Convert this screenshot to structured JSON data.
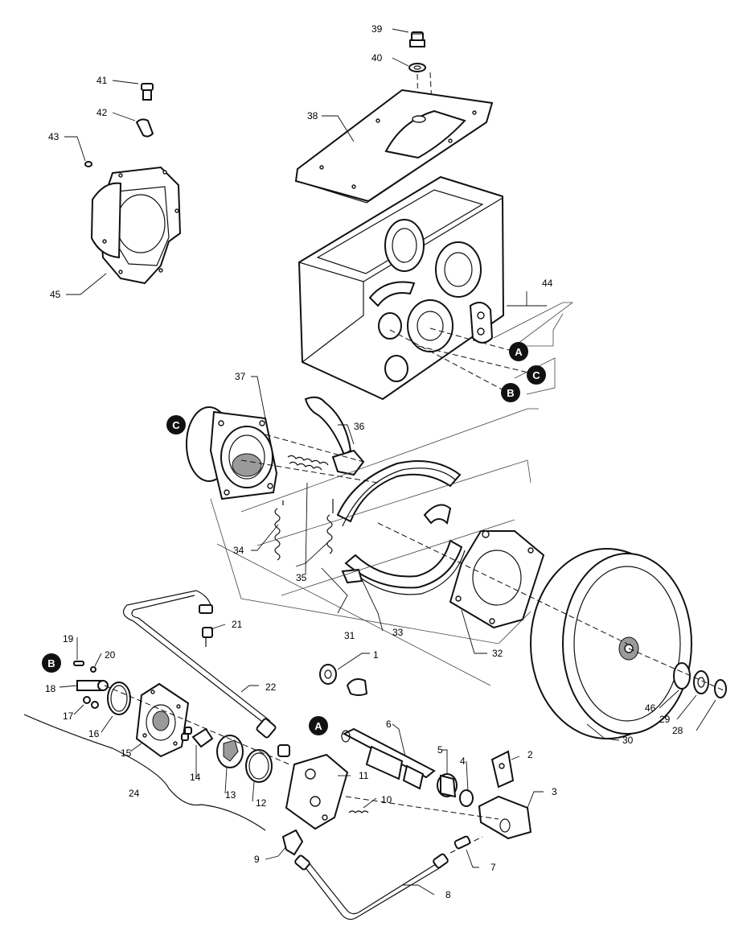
{
  "parts": [
    {
      "n": "39"
    },
    {
      "n": "40"
    },
    {
      "n": "41"
    },
    {
      "n": "42"
    },
    {
      "n": "43"
    },
    {
      "n": "38"
    },
    {
      "n": "45"
    },
    {
      "n": "44"
    },
    {
      "n": "37"
    },
    {
      "n": "36"
    },
    {
      "n": "34"
    },
    {
      "n": "35"
    },
    {
      "n": "31"
    },
    {
      "n": "33"
    },
    {
      "n": "32"
    },
    {
      "n": "30"
    },
    {
      "n": "46"
    },
    {
      "n": "29"
    },
    {
      "n": "28"
    },
    {
      "n": "21"
    },
    {
      "n": "22"
    },
    {
      "n": "1"
    },
    {
      "n": "19"
    },
    {
      "n": "20"
    },
    {
      "n": "18"
    },
    {
      "n": "17"
    },
    {
      "n": "16"
    },
    {
      "n": "15"
    },
    {
      "n": "14"
    },
    {
      "n": "13"
    },
    {
      "n": "12"
    },
    {
      "n": "11"
    },
    {
      "n": "10"
    },
    {
      "n": "6"
    },
    {
      "n": "5"
    },
    {
      "n": "4"
    },
    {
      "n": "2"
    },
    {
      "n": "3"
    },
    {
      "n": "7"
    },
    {
      "n": "8"
    },
    {
      "n": "9"
    },
    {
      "n": "24"
    }
  ],
  "markers": [
    {
      "letter": "A"
    },
    {
      "letter": "C"
    },
    {
      "letter": "B"
    },
    {
      "letter": "C"
    },
    {
      "letter": "B"
    },
    {
      "letter": "A"
    }
  ]
}
